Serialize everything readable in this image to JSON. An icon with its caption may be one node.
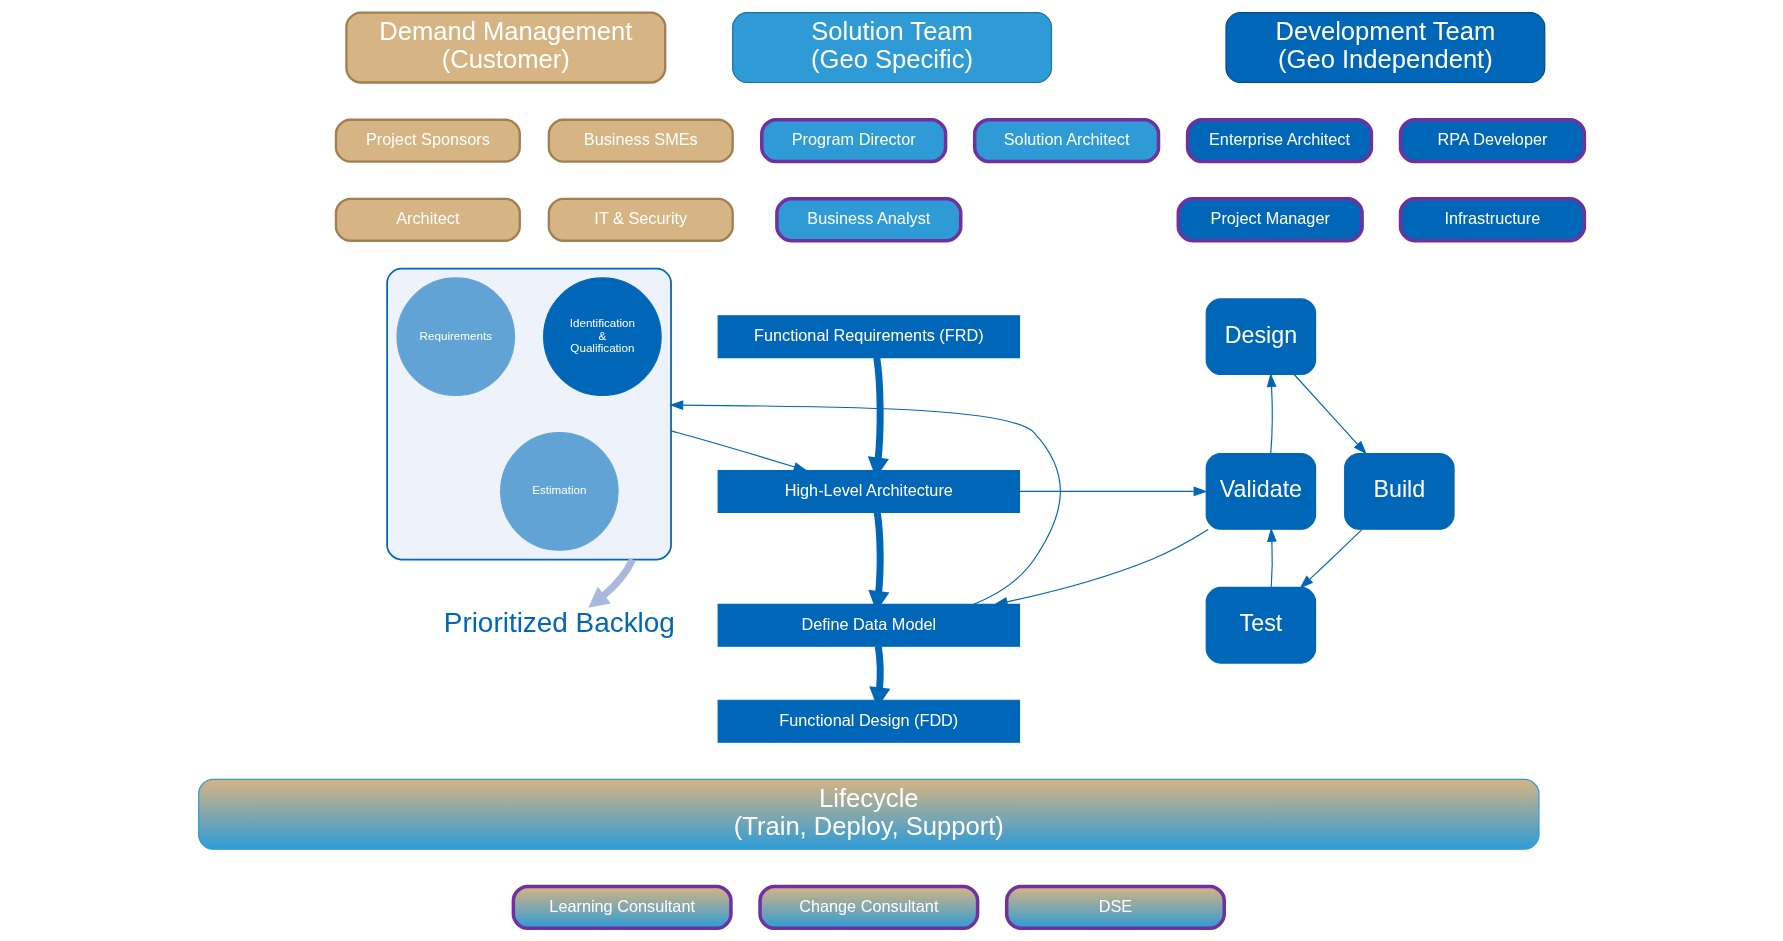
{
  "diagram": {
    "nodes": [
      {
        "text": [
          "Demand Management",
          "(Customer)"
        ]
      },
      {
        "text": [
          "Project Sponsors"
        ]
      },
      {
        "text": [
          "Business SMEs"
        ]
      },
      {
        "text": [
          "Architect"
        ]
      },
      {
        "text": [
          "IT & Security"
        ]
      },
      {
        "text": [
          "Solution Team",
          "(Geo Specific)"
        ]
      },
      {
        "text": [
          "Program Director"
        ]
      },
      {
        "text": [
          "Solution Architect"
        ]
      },
      {
        "text": [
          "Business Analyst"
        ]
      },
      {
        "text": [
          "Development Team",
          "(Geo Independent)"
        ]
      },
      {
        "text": [
          "Enterprise Architect"
        ]
      },
      {
        "text": [
          "RPA Developer"
        ]
      },
      {
        "text": [
          "Project Manager"
        ]
      },
      {
        "text": [
          "Infrastructure"
        ]
      },
      {
        "text": [],
        "shape": "funnel"
      },
      {
        "text": [
          "Requirements"
        ],
        "in": 14
      },
      {
        "text": [
          "Identification & Qualification"
        ],
        "in": 14
      },
      {
        "text": [
          "Estimation"
        ],
        "in": 14
      },
      {
        "text": [
          "Prioritized Backlog"
        ]
      },
      {
        "text": [
          "Functional Requirements (FRD)"
        ]
      },
      {
        "text": [
          "High-Level Architecture"
        ]
      },
      {
        "text": [
          "Define Data Model"
        ]
      },
      {
        "text": [
          "Functional Design (FDD)"
        ]
      },
      {
        "text": [
          "Design"
        ]
      },
      {
        "text": [
          "Validate"
        ]
      },
      {
        "text": [
          "Build"
        ]
      },
      {
        "text": [
          "Test"
        ]
      },
      {
        "text": [
          "Lifecycle",
          "(Train, Deploy, Support)"
        ]
      },
      {
        "text": [
          "Learning Consultant"
        ]
      },
      {
        "text": [
          "Change Consultant"
        ]
      },
      {
        "text": [
          "DSE"
        ]
      }
    ],
    "edges": [
      {
        "from": 14,
        "to": 18,
        "arrow": "to",
        "style": "thick",
        "color": "#a9b8dc"
      },
      {
        "from": 14,
        "to": 20,
        "arrow": "to"
      },
      {
        "from": 21,
        "to": 14,
        "arrow": "to"
      },
      {
        "from": 19,
        "to": 20,
        "arrow": "to",
        "style": "thick"
      },
      {
        "from": 20,
        "to": 21,
        "arrow": "to",
        "style": "thick"
      },
      {
        "from": 21,
        "to": 22,
        "arrow": "to",
        "style": "thick"
      },
      {
        "from": 20,
        "to": 24,
        "arrow": "to"
      },
      {
        "from": 24,
        "to": 21,
        "arrow": "to"
      },
      {
        "from": 24,
        "to": 23,
        "arrow": "to"
      },
      {
        "from": 23,
        "to": 25,
        "arrow": "to"
      },
      {
        "from": 25,
        "to": 26,
        "arrow": "to"
      },
      {
        "from": 26,
        "to": 24,
        "arrow": "to"
      }
    ]
  }
}
